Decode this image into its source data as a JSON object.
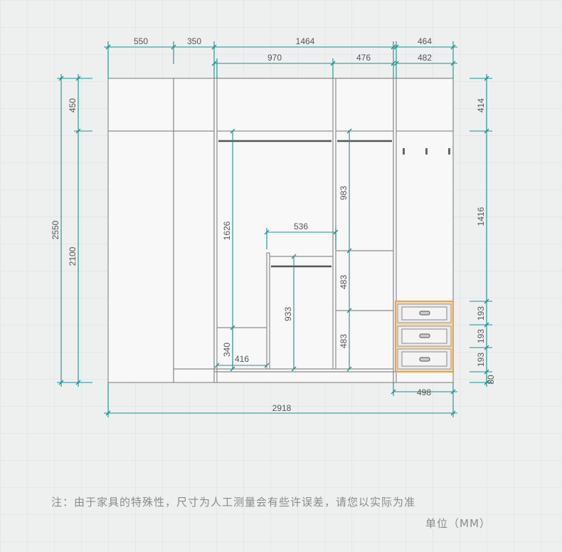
{
  "dimensions": {
    "top_550": "550",
    "top_350": "350",
    "top_1464": "1464",
    "top_464": "464",
    "top_970": "970",
    "top_476": "476",
    "top_482": "482",
    "left_2550": "2550",
    "left_450": "450",
    "left_2100": "2100",
    "inner_1626": "1626",
    "inner_536": "536",
    "inner_983": "983",
    "inner_933": "933",
    "inner_483a": "483",
    "inner_483b": "483",
    "inner_340": "340",
    "inner_416": "416",
    "right_414": "414",
    "right_1416": "1416",
    "right_193a": "193",
    "right_193b": "193",
    "right_193c": "193",
    "right_80": "80",
    "bottom_498": "498",
    "bottom_2918": "2918"
  },
  "colors": {
    "dimension_line": "#1b8f8f",
    "cabinet_fill": "#f8f8f8",
    "cabinet_stroke": "#8c8c8c",
    "drawer_fill": "#e8e8e8",
    "drawer_outline": "#f0a040"
  },
  "note": "注：由于家具的特殊性，尺寸为人工测量会有些许误差，请您以实际为准",
  "unit": "单位（MM）"
}
